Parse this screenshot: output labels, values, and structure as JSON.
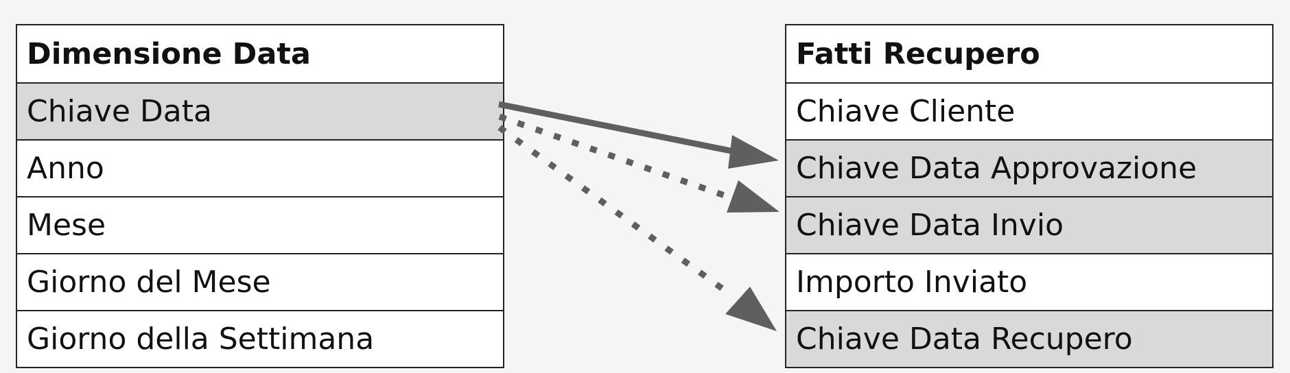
{
  "tables": {
    "left": {
      "title": "Dimensione Data",
      "rows": [
        {
          "label": "Chiave Data",
          "key": true
        },
        {
          "label": "Anno",
          "key": false
        },
        {
          "label": "Mese",
          "key": false
        },
        {
          "label": "Giorno del Mese",
          "key": false
        },
        {
          "label": "Giorno della Settimana",
          "key": false
        }
      ]
    },
    "right": {
      "title": "Fatti Recupero",
      "rows": [
        {
          "label": "Chiave Cliente",
          "key": false
        },
        {
          "label": "Chiave Data Approvazione",
          "key": true
        },
        {
          "label": "Chiave Data Invio",
          "key": true
        },
        {
          "label": "Importo Inviato",
          "key": false
        },
        {
          "label": "Chiave Data Recupero",
          "key": true
        }
      ]
    }
  },
  "relationships": [
    {
      "from": "Chiave Data",
      "to": "Chiave Data Approvazione",
      "style": "solid"
    },
    {
      "from": "Chiave Data",
      "to": "Chiave Data Invio",
      "style": "dotted"
    },
    {
      "from": "Chiave Data",
      "to": "Chiave Data Recupero",
      "style": "dotted"
    }
  ],
  "colors": {
    "key_row": "#d9d9d9",
    "border": "#222222",
    "arrow": "#5f5f5f"
  }
}
